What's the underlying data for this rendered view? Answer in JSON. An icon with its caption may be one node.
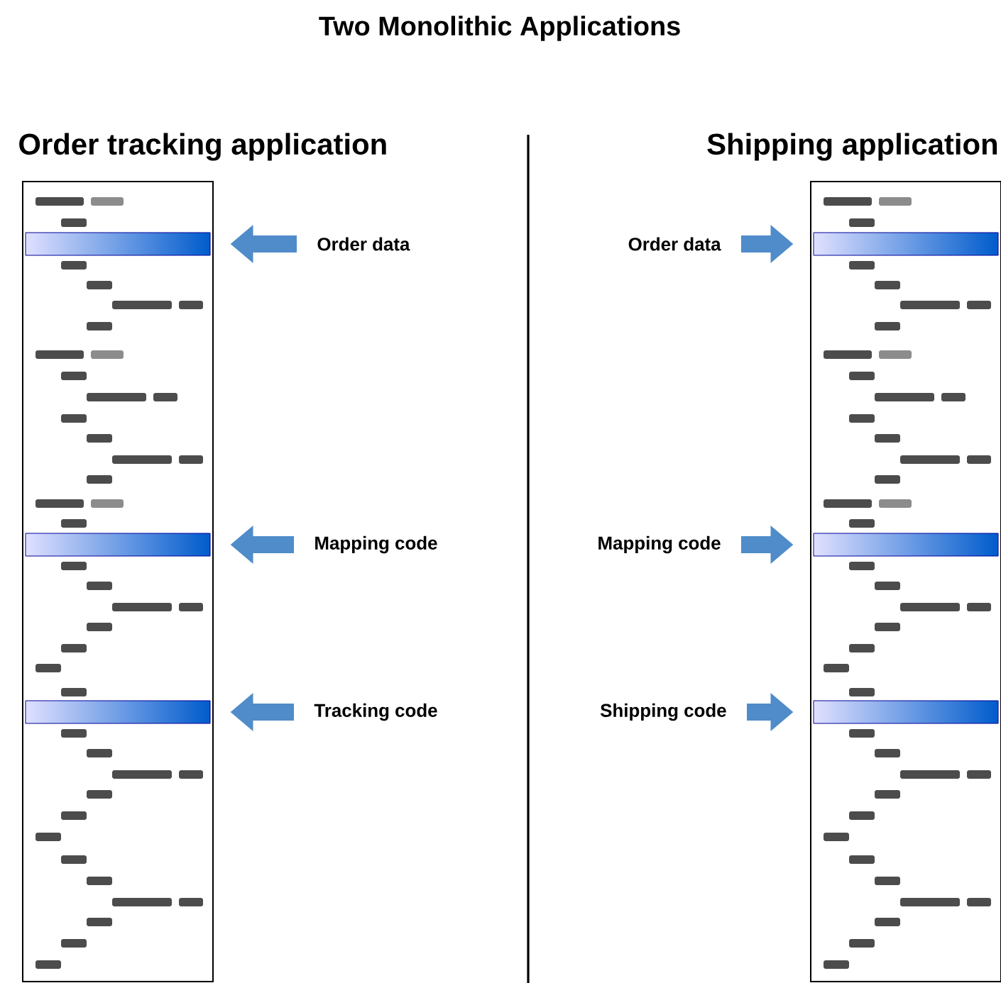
{
  "diagram": {
    "title": "Two Monolithic Applications",
    "nodes": [
      {
        "text": [
          "Order tracking application"
        ]
      },
      {
        "text": [
          "Shipping application"
        ]
      },
      {
        "text": [],
        "shape": "bar",
        "in": 0
      },
      {
        "text": [],
        "shape": "bar",
        "in": 0
      },
      {
        "text": [],
        "shape": "bar",
        "in": 0
      },
      {
        "text": [],
        "shape": "bar",
        "in": 1
      },
      {
        "text": [],
        "shape": "bar",
        "in": 1
      },
      {
        "text": [],
        "shape": "bar",
        "in": 1
      },
      {
        "text": [
          "Order data"
        ]
      },
      {
        "text": [
          "Mapping code"
        ]
      },
      {
        "text": [
          "Tracking code"
        ]
      },
      {
        "text": [
          "Order data"
        ]
      },
      {
        "text": [
          "Mapping code"
        ]
      },
      {
        "text": [
          "Shipping code"
        ]
      }
    ],
    "edges": [
      {
        "from": 8,
        "to": 2,
        "arrow": "to"
      },
      {
        "from": 9,
        "to": 3,
        "arrow": "to"
      },
      {
        "from": 10,
        "to": 4,
        "arrow": "to"
      },
      {
        "from": 11,
        "to": 5,
        "arrow": "to"
      },
      {
        "from": 12,
        "to": 6,
        "arrow": "to"
      },
      {
        "from": 13,
        "to": 7,
        "arrow": "to"
      }
    ]
  }
}
